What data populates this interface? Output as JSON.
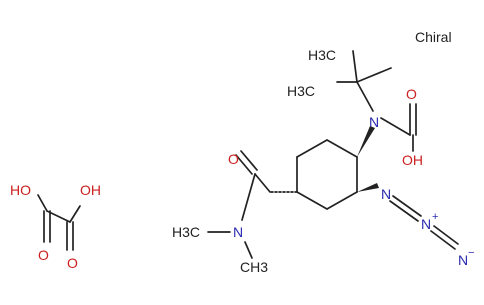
{
  "molecule": {
    "chirality_label": "Chiral",
    "atom_labels": {
      "n_carbamate": "N",
      "carboxyl_o": "O",
      "carboxyl_oh": "OH",
      "methyl_1": "H3C",
      "methyl_2": "H3C",
      "amide_o": "O",
      "amide_n": "N",
      "n_methyl_1": "H3C",
      "n_methyl_2": "CH3",
      "azide_n1": "N",
      "azide_n2": "N",
      "azide_n3": "N",
      "azide_plus": "+",
      "azide_minus": "−"
    }
  },
  "oxalic_acid": {
    "oh_left": "HO",
    "oh_right": "OH",
    "o_left": "O",
    "o_right": "O"
  }
}
